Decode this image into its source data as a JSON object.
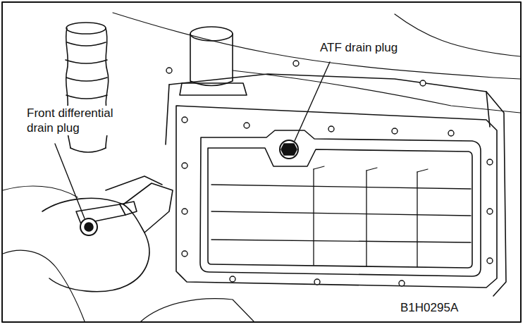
{
  "diagram": {
    "labels": [
      "ATF drain plug",
      "Front differential drain plug",
      "B1H0295A"
    ]
  }
}
